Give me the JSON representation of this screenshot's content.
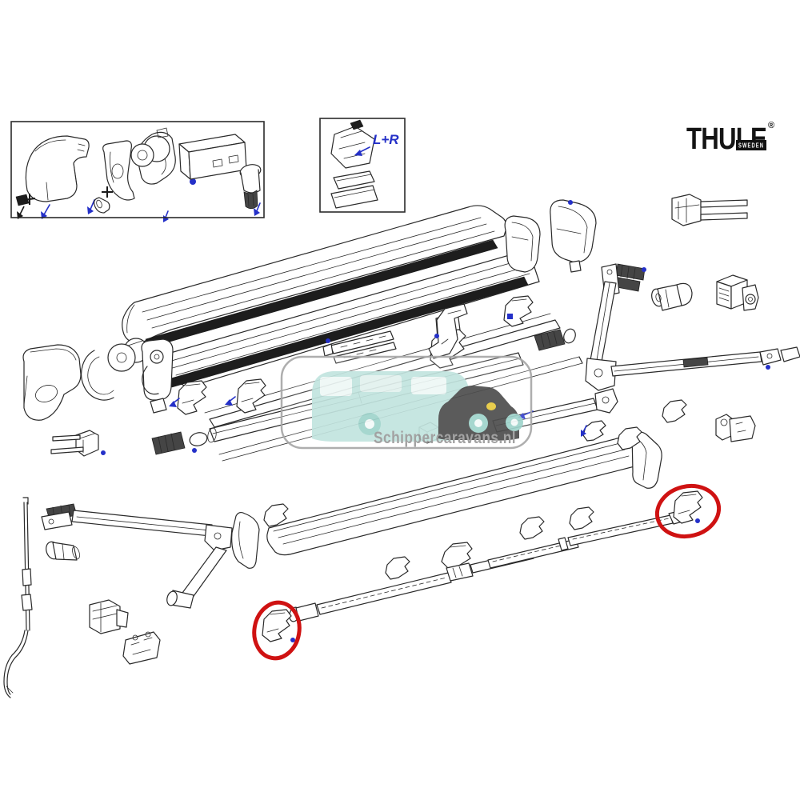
{
  "page": {
    "background": "#ffffff"
  },
  "brand": {
    "name": "THULE",
    "registered": "®",
    "origin": "SWEDEN"
  },
  "insets": {
    "left_right_label": "L+R"
  },
  "watermark": {
    "text": "Schippercaravans.nl"
  },
  "colors": {
    "line": "#2a2a2a",
    "annotation_blue": "#2430c8",
    "highlight_red": "#cf1212",
    "watermark_teal": "#c2e4df",
    "watermark_car_gray": "#4e4e4e",
    "watermark_text_gray": "#9b9b9b",
    "watermark_accent_yellow": "#e7c93e"
  }
}
